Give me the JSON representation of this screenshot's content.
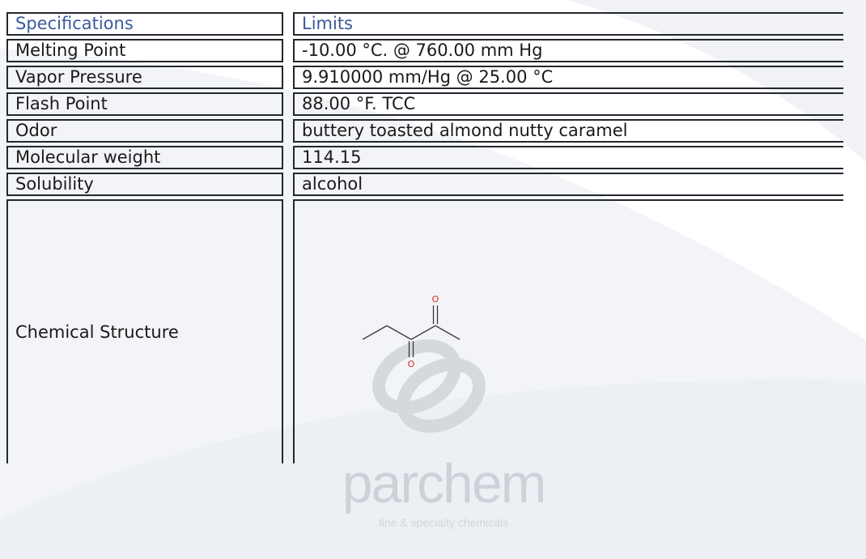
{
  "table": {
    "header": {
      "col1": "Specifications",
      "col2": "Limits"
    },
    "rows": [
      {
        "label": "Melting Point",
        "value": "-10.00 °C. @ 760.00 mm Hg"
      },
      {
        "label": "Vapor Pressure",
        "value": "9.910000 mm/Hg @ 25.00 °C"
      },
      {
        "label": "Flash Point",
        "value": "88.00 °F. TCC"
      },
      {
        "label": "Odor",
        "value": "buttery toasted almond nutty caramel"
      },
      {
        "label": "Molecular weight",
        "value": "114.15"
      },
      {
        "label": "Solubility",
        "value": "alcohol"
      }
    ],
    "structure_row": {
      "label": "Chemical Structure",
      "atom_top": "O",
      "atom_bottom": "O"
    }
  },
  "watermark": {
    "brand": "parchem",
    "tagline": "fine & specialty chemicals"
  },
  "colors": {
    "header_text": "#3a5a9c",
    "border": "#23272e",
    "oxygen": "#e0262a",
    "watermark": "#c4cad1"
  }
}
